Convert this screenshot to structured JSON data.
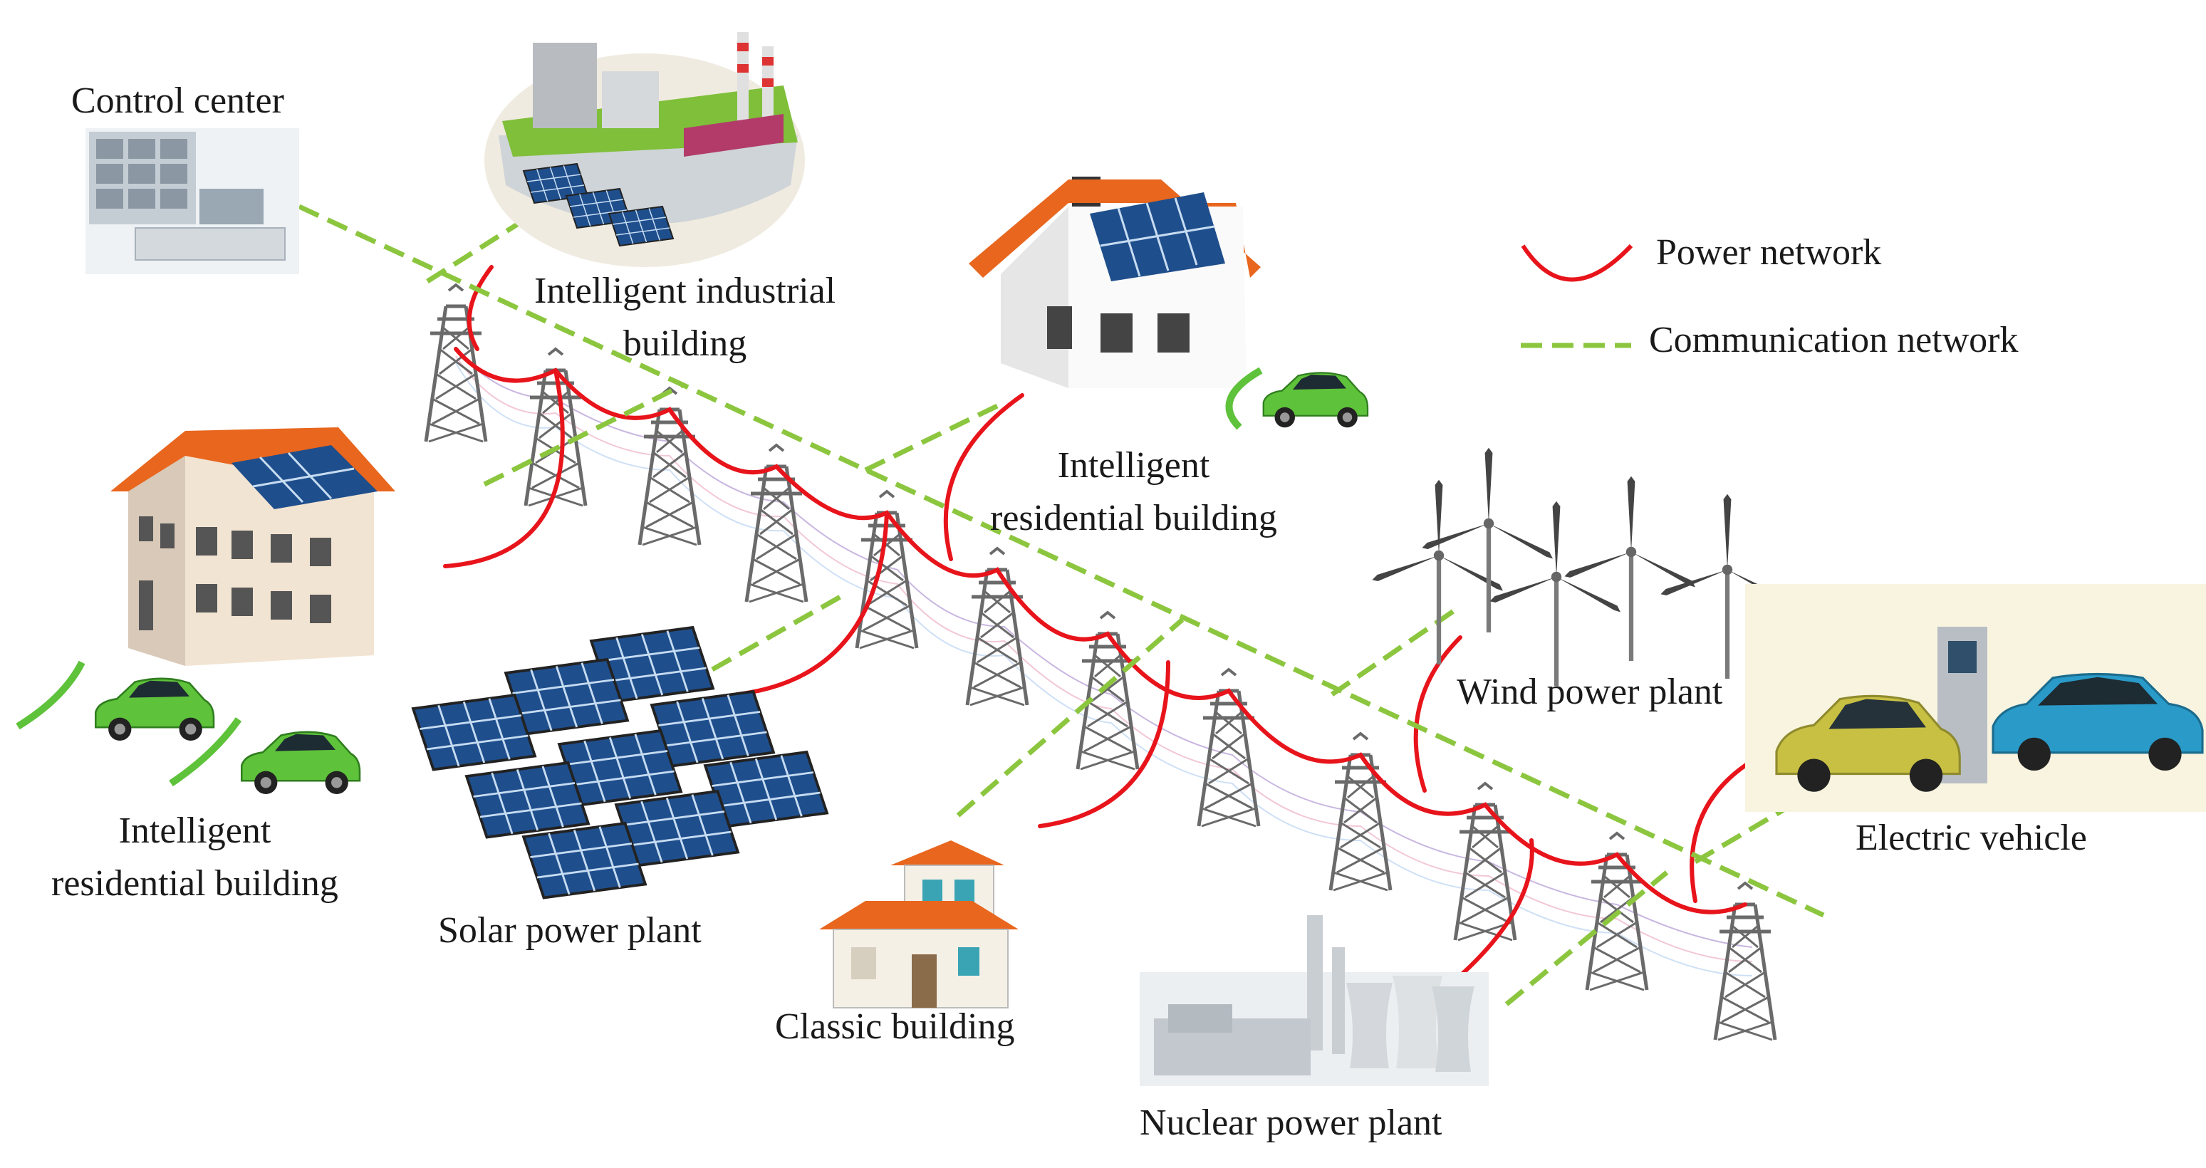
{
  "labels": {
    "control_center": "Control center",
    "industrial_line1": "Intelligent industrial",
    "industrial_line2": "building",
    "residential_top_line1": "Intelligent",
    "residential_top_line2": "residential building",
    "residential_left_line1": "Intelligent",
    "residential_left_line2": "residential building",
    "solar": "Solar power plant",
    "classic": "Classic building",
    "nuclear": "Nuclear power plant",
    "wind": "Wind power plant",
    "ev": "Electric vehicle"
  },
  "legend": {
    "power": "Power network",
    "communication": "Communication network"
  },
  "colors": {
    "power_line": "#e8141b",
    "communication_line": "#8cc63f",
    "roof": "#e8661e",
    "solar_panel": "#1f4e8c",
    "car": "#5ec23a",
    "tower": "#666666"
  }
}
